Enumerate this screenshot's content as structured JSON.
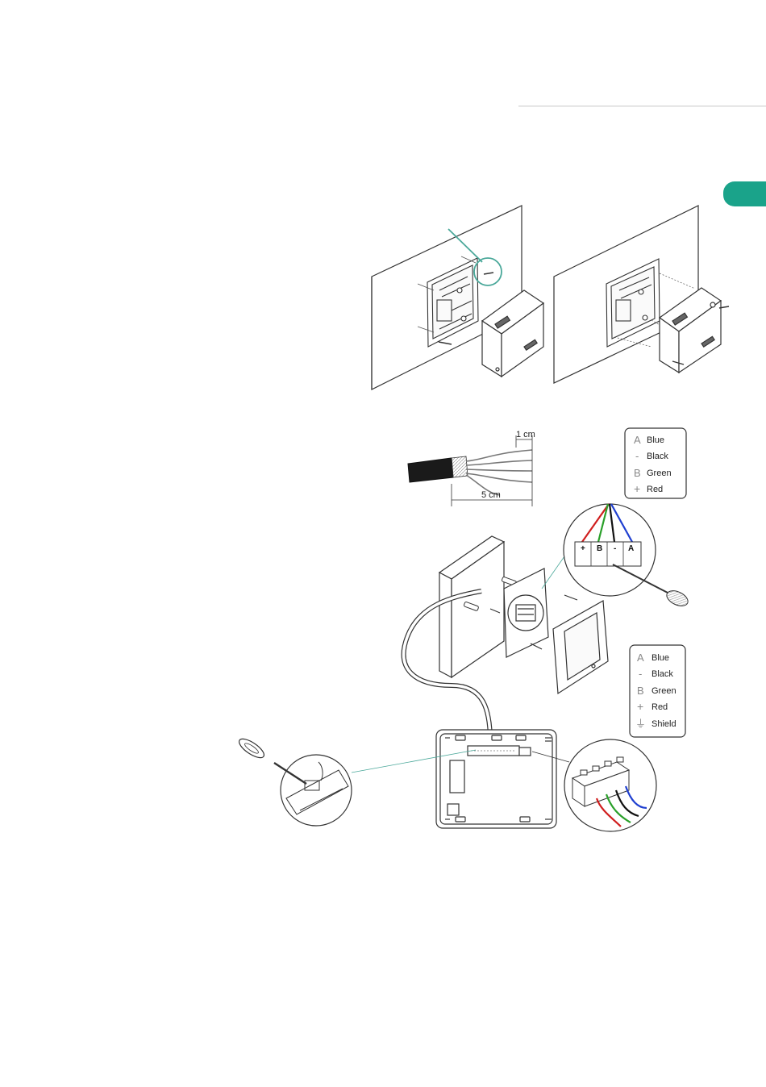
{
  "colors": {
    "accent": "#1aa38a",
    "wire_blue": "#1f3fd0",
    "wire_black": "#111111",
    "wire_green": "#2aa02a",
    "wire_red": "#d01f1f",
    "line": "#333333"
  },
  "icons": [
    "wall-panel",
    "thermostat-backplate",
    "cover-module",
    "screw",
    "wall-plug",
    "screwdriver",
    "terminal-block",
    "ground-symbol"
  ],
  "cable_strip": {
    "measure_short": "1 cm",
    "measure_long": "5 cm"
  },
  "legend_top": {
    "items": [
      {
        "symbol": "A",
        "label": "Blue"
      },
      {
        "symbol": "-",
        "label": "Black"
      },
      {
        "symbol": "B",
        "label": "Green"
      },
      {
        "symbol": "+",
        "label": "Red"
      }
    ]
  },
  "legend_bottom": {
    "items": [
      {
        "symbol": "A",
        "label": "Blue"
      },
      {
        "symbol": "-",
        "label": "Black"
      },
      {
        "symbol": "B",
        "label": "Green"
      },
      {
        "symbol": "+",
        "label": "Red"
      },
      {
        "symbol": "⏚",
        "label": "Shield"
      }
    ]
  },
  "terminal_labels": [
    "+",
    "B",
    "-",
    "A"
  ]
}
